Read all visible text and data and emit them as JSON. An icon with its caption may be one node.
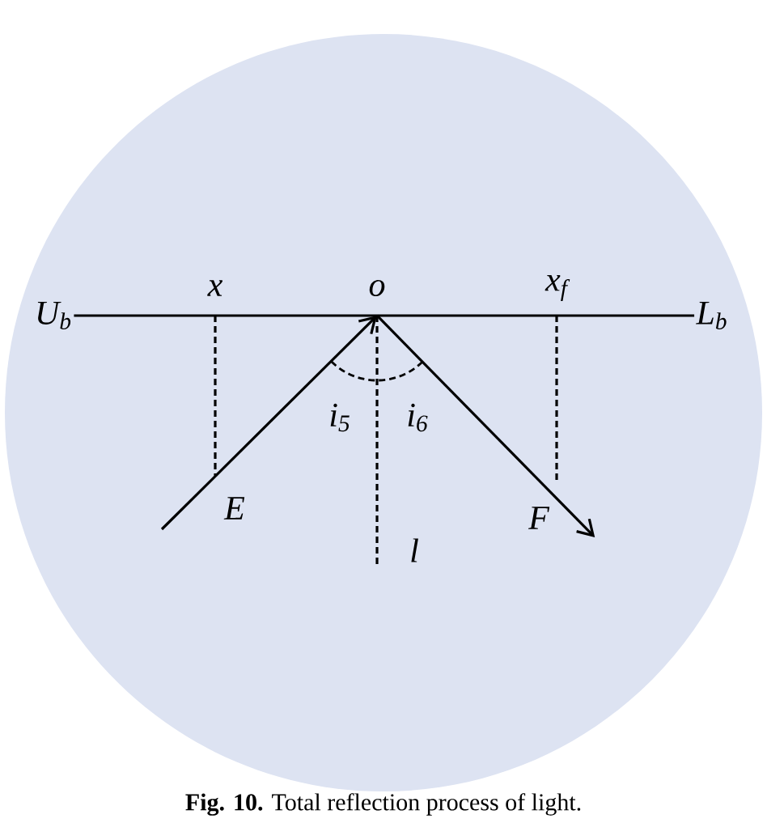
{
  "diagram": {
    "caption": "**Fig. 10.** Total reflection process of light.",
    "nodes": [
      {
        "text": [
          "U$_{b}$"
        ]
      },
      {
        "text": [
          "x"
        ]
      },
      {
        "text": [
          "o"
        ]
      },
      {
        "text": [
          "x$_{f}$"
        ]
      },
      {
        "text": [
          "L$_{b}$"
        ]
      },
      {
        "text": [
          "i$_{5}$"
        ]
      },
      {
        "text": [
          "i$_{6}$"
        ]
      },
      {
        "text": [
          "E"
        ]
      },
      {
        "text": [
          "F"
        ]
      },
      {
        "text": [
          "l"
        ]
      }
    ],
    "edges": [
      {
        "from": 0,
        "to": 4,
        "arrow": "none"
      },
      {
        "from": null,
        "to": 2,
        "arrow": "to"
      },
      {
        "from": 2,
        "to": 8,
        "arrow": "to"
      },
      {
        "from": 1,
        "to": 7,
        "arrow": "none",
        "style": "dashed"
      },
      {
        "from": 3,
        "to": 8,
        "arrow": "none",
        "style": "dashed"
      },
      {
        "from": 2,
        "to": 9,
        "arrow": "none",
        "style": "dashed"
      }
    ]
  }
}
